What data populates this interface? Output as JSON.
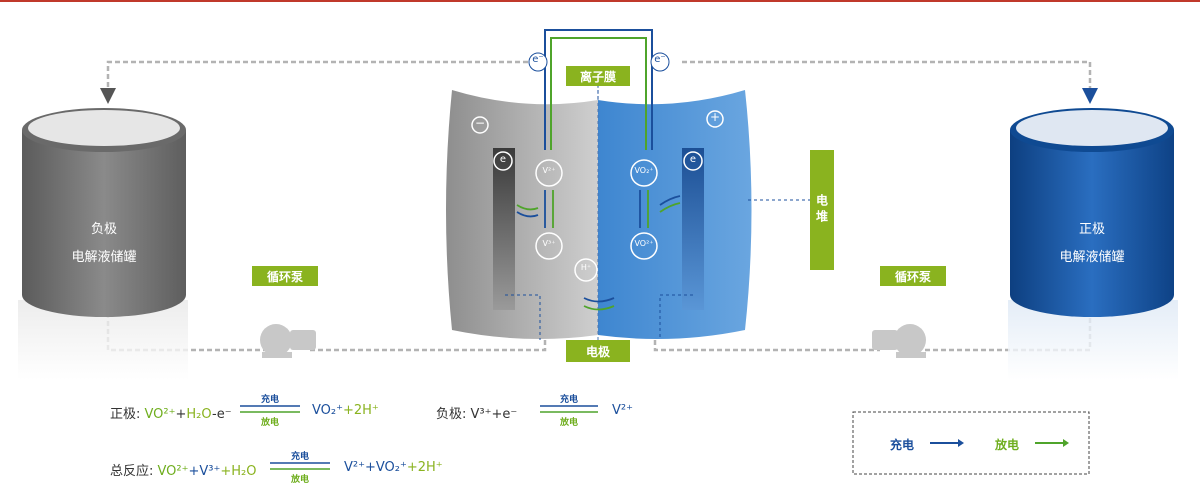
{
  "labels": {
    "ion_membrane": "离子膜",
    "electrode": "电极",
    "stack": "电堆",
    "pump_left": "循环泵",
    "pump_right": "循环泵",
    "neg_tank_line1": "负极",
    "neg_tank_line2": "电解液储罐",
    "pos_tank_line1": "正极",
    "pos_tank_line2": "电解液储罐",
    "minus_sign": "−",
    "plus_sign": "+",
    "electron": "e⁻",
    "e_plate": "e",
    "v2": "V²⁺",
    "v3": "V³⁺",
    "vo2p": "VO₂⁺",
    "vo2plus2": "VO²⁺",
    "h_plus": "H⁺"
  },
  "equations": {
    "positive_label": "正极: ",
    "positive_lhs_1": "VO²⁺",
    "positive_lhs_2": "+",
    "positive_lhs_3": "H₂O",
    "positive_lhs_4": "-e⁻",
    "positive_rhs_1": "VO₂⁺",
    "positive_rhs_2": "+2H⁺",
    "negative_label": "负极: ",
    "negative_lhs": "V³⁺+e⁻",
    "negative_rhs": "V²⁺",
    "total_label": "总反应: ",
    "total_lhs_1": "VO²⁺",
    "total_lhs_2": "+V³⁺",
    "total_lhs_3": "+H₂O",
    "total_rhs_1": "V²⁺",
    "total_rhs_2": "+VO₂⁺",
    "total_rhs_3": "+2H⁺",
    "charge": "充电",
    "discharge": "放电"
  },
  "legend": {
    "charge": "充电",
    "discharge": "放电"
  },
  "colors": {
    "header_line": "#c0392b",
    "green": "#8ab31f",
    "blue": "#1b4f9c",
    "gray_tank": "#7a7a7a",
    "blue_tank": "#1a5aa6"
  }
}
